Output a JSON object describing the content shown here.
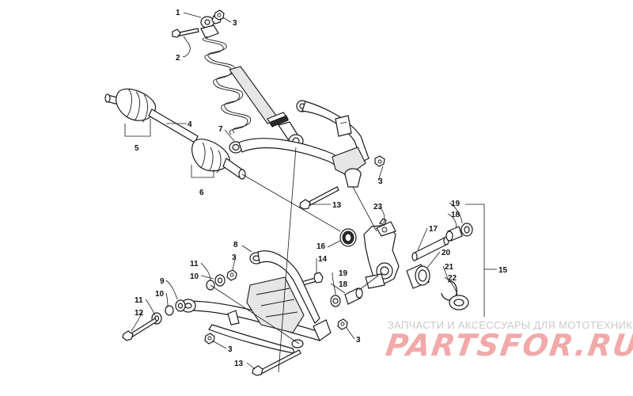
{
  "diagram": {
    "callouts": [
      {
        "id": "c1",
        "label": "1"
      },
      {
        "id": "c2",
        "label": "2"
      },
      {
        "id": "c3a",
        "label": "3"
      },
      {
        "id": "c4",
        "label": "4"
      },
      {
        "id": "c5",
        "label": "5"
      },
      {
        "id": "c6",
        "label": "6"
      },
      {
        "id": "c7",
        "label": "7"
      },
      {
        "id": "c3b",
        "label": "3"
      },
      {
        "id": "c13a",
        "label": "13"
      },
      {
        "id": "c23",
        "label": "23"
      },
      {
        "id": "c19a",
        "label": "19"
      },
      {
        "id": "c18a",
        "label": "18"
      },
      {
        "id": "c17",
        "label": "17"
      },
      {
        "id": "c8",
        "label": "8"
      },
      {
        "id": "c16",
        "label": "16"
      },
      {
        "id": "c14",
        "label": "14"
      },
      {
        "id": "c11a",
        "label": "11"
      },
      {
        "id": "c3c",
        "label": "3"
      },
      {
        "id": "c10a",
        "label": "10"
      },
      {
        "id": "c20",
        "label": "20"
      },
      {
        "id": "c21",
        "label": "21"
      },
      {
        "id": "c15",
        "label": "15"
      },
      {
        "id": "c19b",
        "label": "19"
      },
      {
        "id": "c18b",
        "label": "18"
      },
      {
        "id": "c22",
        "label": "22"
      },
      {
        "id": "c9",
        "label": "9"
      },
      {
        "id": "c11b",
        "label": "11"
      },
      {
        "id": "c10b",
        "label": "10"
      },
      {
        "id": "c12",
        "label": "12"
      },
      {
        "id": "c3d",
        "label": "3"
      },
      {
        "id": "c3e",
        "label": "3"
      },
      {
        "id": "c13b",
        "label": "13"
      }
    ]
  },
  "watermark": {
    "tagline": "ЗАПЧАСТИ И АКСЕССУАРЫ ДЛЯ МОТОТЕХНИКИ",
    "brand": "PARTSFOR.RU"
  },
  "colors": {
    "line": "#1a1a1a",
    "watermark_text": "#c9c9c9",
    "watermark_brand": "#f2a9a9"
  }
}
